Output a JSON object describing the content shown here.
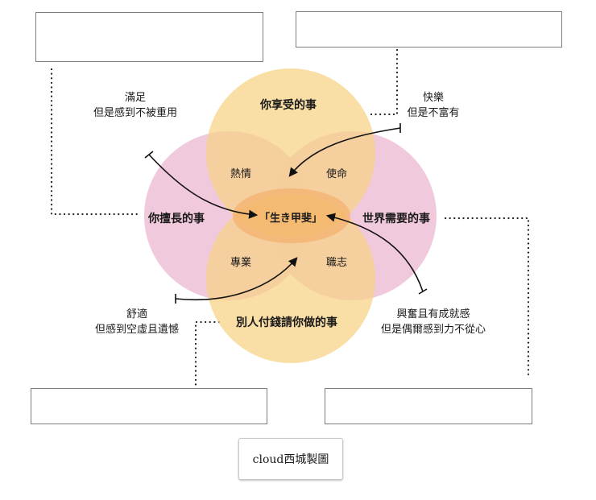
{
  "colors": {
    "pink": "#f2c6dc",
    "yellow": "#f6d38a",
    "orange": "#f0b37c",
    "core": "#f2a45c",
    "dots": "#222222"
  },
  "circles": {
    "top": "你享受的事",
    "bottom": "別人付錢請你做的事",
    "left": "你擅長的事",
    "right": "世界需要的事"
  },
  "overlaps": {
    "top_left": "熱情",
    "top_right": "使命",
    "bottom_left": "專業",
    "bottom_right": "職志",
    "center": "「生き甲斐」"
  },
  "notes": {
    "top_left": [
      "滿足",
      "但是感到不被重用"
    ],
    "top_right": [
      "快樂",
      "但是不富有"
    ],
    "bottom_left": [
      "舒適",
      "但感到空虛且遺憾"
    ],
    "bottom_right": [
      "興奮且有成就感",
      "但是偶爾感到力不從心"
    ]
  },
  "credit": "cloud西城製圖"
}
